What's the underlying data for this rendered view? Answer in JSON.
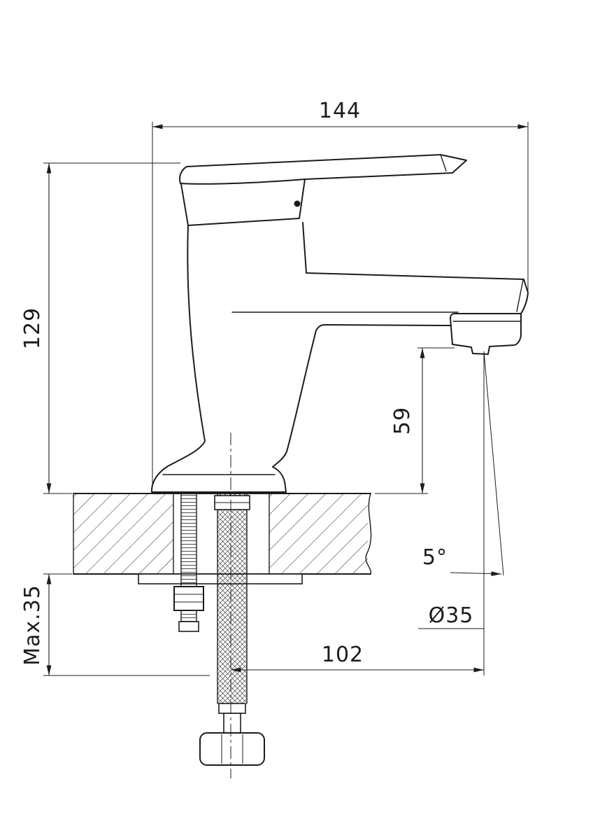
{
  "drawing": {
    "subject": "single-lever basin mixer faucet - front elevation with mounting cross-section",
    "units": "mm",
    "dimensions": {
      "overall_width": "144",
      "overall_height": "129",
      "spout_outlet_height": "59",
      "spout_reach": "102",
      "outlet_angle": "5°",
      "mounting_hole_diameter": "Ø35",
      "max_deck_thickness": "Max.35"
    },
    "colors": {
      "line": "#1c1c1c",
      "background": "#ffffff"
    }
  }
}
